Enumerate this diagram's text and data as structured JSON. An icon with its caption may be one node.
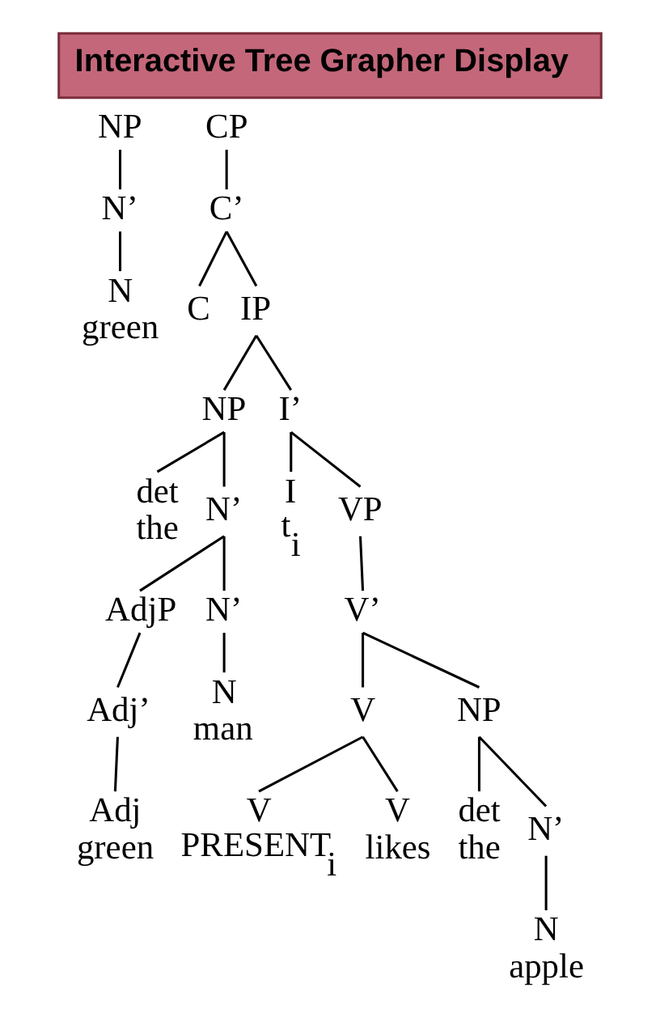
{
  "diagram": {
    "title": "Interactive Tree Grapher Display",
    "nodes": [
      {
        "text": [
          "NP"
        ]
      },
      {
        "text": [
          "N’"
        ]
      },
      {
        "text": [
          "N",
          "green"
        ]
      },
      {
        "text": [
          "CP"
        ]
      },
      {
        "text": [
          "C’"
        ]
      },
      {
        "text": [
          "C"
        ]
      },
      {
        "text": [
          "IP"
        ]
      },
      {
        "text": [
          "NP"
        ]
      },
      {
        "text": [
          "det",
          "the"
        ]
      },
      {
        "text": [
          "N’"
        ]
      },
      {
        "text": [
          "AdjP"
        ]
      },
      {
        "text": [
          "Adj’"
        ]
      },
      {
        "text": [
          "Adj",
          "green"
        ]
      },
      {
        "text": [
          "N’"
        ]
      },
      {
        "text": [
          "N",
          "man"
        ]
      },
      {
        "text": [
          "I’"
        ]
      },
      {
        "text": [
          "I",
          "t$_{i}$"
        ]
      },
      {
        "text": [
          "VP"
        ]
      },
      {
        "text": [
          "V’"
        ]
      },
      {
        "text": [
          "V"
        ]
      },
      {
        "text": [
          "V",
          "PRESENT$_{i}$"
        ]
      },
      {
        "text": [
          "V",
          "likes"
        ]
      },
      {
        "text": [
          "NP"
        ]
      },
      {
        "text": [
          "det",
          "the"
        ]
      },
      {
        "text": [
          "N’"
        ]
      },
      {
        "text": [
          "N",
          "apple"
        ]
      }
    ],
    "edges": [
      {
        "from": 0,
        "to": 1,
        "arrow": "none"
      },
      {
        "from": 1,
        "to": 2,
        "arrow": "none"
      },
      {
        "from": 3,
        "to": 4,
        "arrow": "none"
      },
      {
        "from": 4,
        "to": 5,
        "arrow": "none"
      },
      {
        "from": 4,
        "to": 6,
        "arrow": "none"
      },
      {
        "from": 6,
        "to": 7,
        "arrow": "none"
      },
      {
        "from": 6,
        "to": 15,
        "arrow": "none"
      },
      {
        "from": 7,
        "to": 8,
        "arrow": "none"
      },
      {
        "from": 7,
        "to": 9,
        "arrow": "none"
      },
      {
        "from": 9,
        "to": 10,
        "arrow": "none"
      },
      {
        "from": 9,
        "to": 13,
        "arrow": "none"
      },
      {
        "from": 10,
        "to": 11,
        "arrow": "none"
      },
      {
        "from": 11,
        "to": 12,
        "arrow": "none"
      },
      {
        "from": 13,
        "to": 14,
        "arrow": "none"
      },
      {
        "from": 15,
        "to": 16,
        "arrow": "none"
      },
      {
        "from": 15,
        "to": 17,
        "arrow": "none"
      },
      {
        "from": 17,
        "to": 18,
        "arrow": "none"
      },
      {
        "from": 18,
        "to": 19,
        "arrow": "none"
      },
      {
        "from": 18,
        "to": 22,
        "arrow": "none"
      },
      {
        "from": 19,
        "to": 20,
        "arrow": "none"
      },
      {
        "from": 19,
        "to": 21,
        "arrow": "none"
      },
      {
        "from": 22,
        "to": 23,
        "arrow": "none"
      },
      {
        "from": 22,
        "to": 24,
        "arrow": "none"
      },
      {
        "from": 24,
        "to": 25,
        "arrow": "none"
      }
    ]
  }
}
